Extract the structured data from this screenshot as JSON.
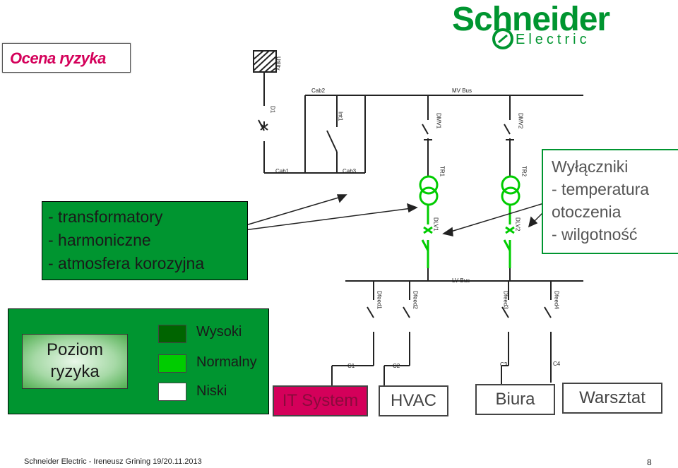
{
  "title": "Ocena ryzyka",
  "logo": {
    "name": "Schneider",
    "sub": "Electric",
    "color": "#009530"
  },
  "left_box": {
    "lines": [
      "- transformatory",
      "- harmoniczne",
      "- atmosfera korozyjna"
    ]
  },
  "right_box": {
    "lines": [
      "Wyłączniki",
      "- temperatura",
      "otoczenia",
      "- wilgotność"
    ]
  },
  "legend": {
    "title_line1": "Poziom",
    "title_line2": "ryzyka",
    "items": [
      {
        "label": "Wysoki",
        "color": "#006400"
      },
      {
        "label": "Normalny",
        "color": "#00cc00"
      },
      {
        "label": "Niski",
        "color": "#ffffff"
      }
    ]
  },
  "diagram": {
    "utility_label": "Utility",
    "mv_bus": "MV Bus",
    "lv_bus": "LV Bus",
    "cab1": "Cab1",
    "cab2": "Cab2",
    "cab3": "Cab3",
    "d1": "D1",
    "int1": "Int1",
    "dmv1": "DMV1",
    "dmv2": "DMV2",
    "tr1": "TR1",
    "tr2": "TR2",
    "dlv1": "DLV1",
    "dlv2": "DLV2",
    "dfeed1": "Dfeed1",
    "dfeed2": "Dfeed2",
    "dfeed3": "Dfeed3",
    "dfeed4": "Dfeed4",
    "c1": "C1",
    "c2": "C2",
    "c3": "C3",
    "c4": "C4"
  },
  "loads": {
    "it": "IT System",
    "hvac": "HVAC",
    "biura": "Biura",
    "warsztat": "Warsztat"
  },
  "footer": {
    "text": "Schneider Electric - Ireneusz Grining  19/20.11.2013",
    "page": "8"
  }
}
